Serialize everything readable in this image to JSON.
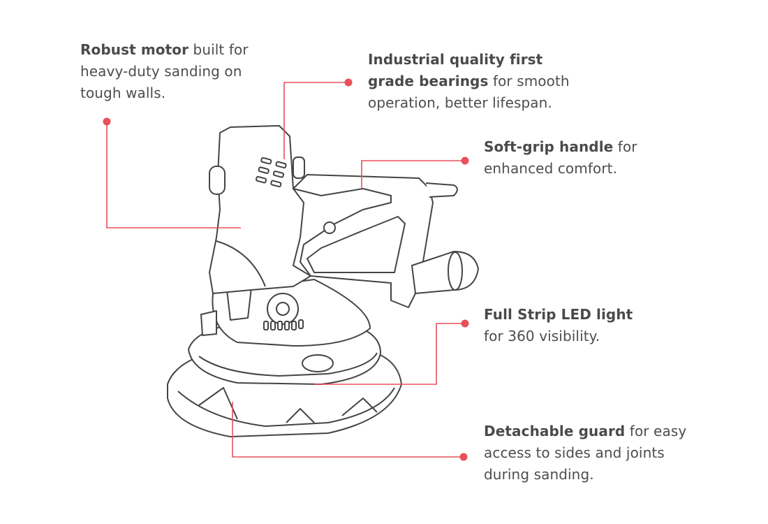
{
  "accent_color": "#e8505b",
  "callouts": [
    {
      "bold": "Robust motor",
      "line1_rest": " built for",
      "line2": "heavy-duty sanding on",
      "line3": "tough walls."
    },
    {
      "line1": "Industrial quality first",
      "bold": "grade bearings",
      "line2_rest": " for smooth",
      "line3": "operation, better lifespan."
    },
    {
      "bold": "Soft-grip handle",
      "line1_rest": " for",
      "line2": "enhanced comfort."
    },
    {
      "bold": "Full Strip LED light",
      "line2": "for 360 visibility."
    },
    {
      "bold": "Detachable guard",
      "line1_rest": " for easy",
      "line2": "access to sides and joints",
      "line3": "during sanding."
    }
  ]
}
